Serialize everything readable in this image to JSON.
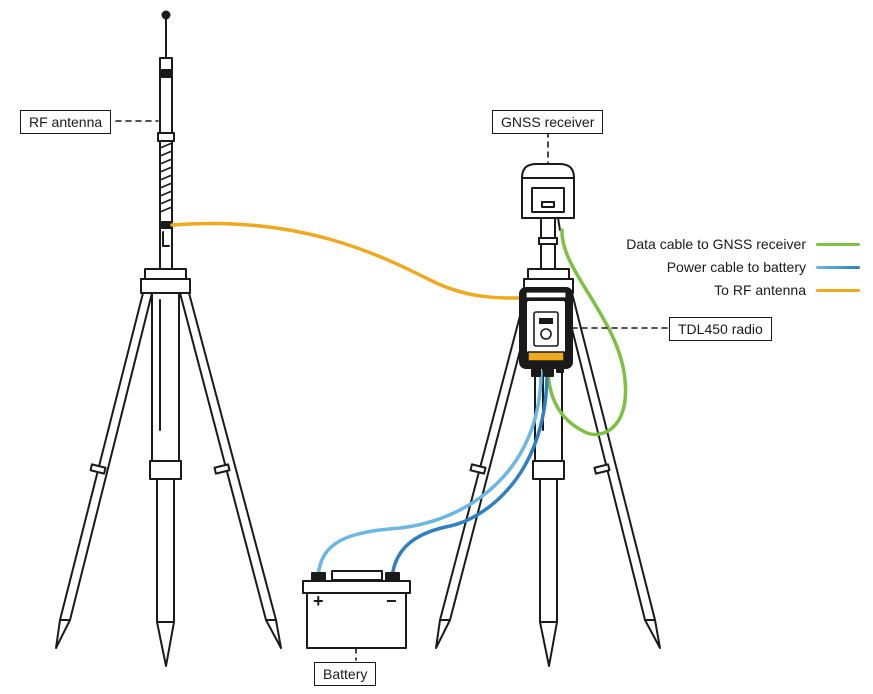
{
  "labels": {
    "rf_antenna": "RF antenna",
    "gnss_receiver": "GNSS receiver",
    "tdl450_radio": "TDL450 radio",
    "battery": "Battery"
  },
  "legend": [
    {
      "text": "Data cable to GNSS receiver",
      "color": "#7cc142"
    },
    {
      "text": "Power cable to battery",
      "color": "#6bb7e3"
    },
    {
      "text": "To RF antenna",
      "color": "#f0a81c"
    }
  ],
  "battery_terminals": {
    "positive": "+",
    "negative": "−"
  },
  "colors": {
    "line": "#1a1a1a",
    "data_cable": "#7cc142",
    "power_cable_light": "#6bb7e3",
    "power_cable_dark": "#2f7fc1",
    "rf_cable": "#f0a81c",
    "radio_accent": "#f0a81c"
  }
}
